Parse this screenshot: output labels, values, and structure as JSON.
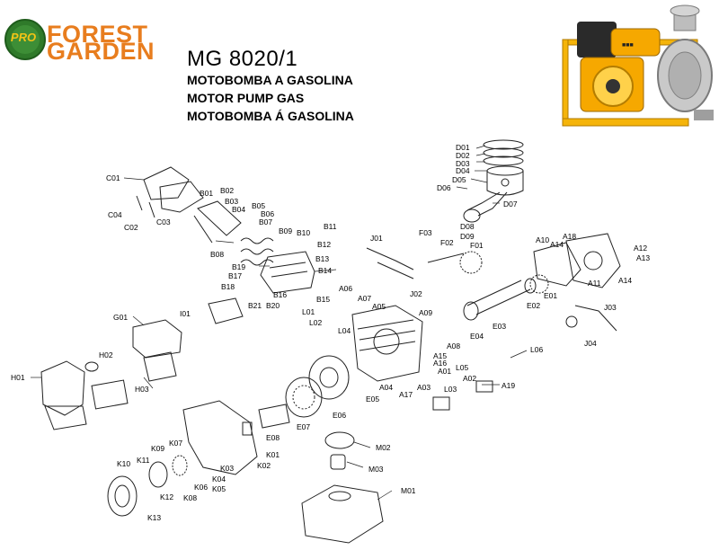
{
  "brand": {
    "badge": "PRO",
    "line1": "FOREST",
    "line2": "GARDEN",
    "colors": {
      "orange": "#e87d1e",
      "green": "#2f7a2a",
      "yellow": "#f2c316"
    }
  },
  "header": {
    "model": "MG 8020/1",
    "subtitles": [
      "MOTOBOMBA A GASOLINA",
      "MOTOR PUMP GAS",
      "MOTOBOMBA Á GASOLINA"
    ]
  },
  "part_labels": [
    "D01",
    "D02",
    "D03",
    "D04",
    "D05",
    "D06",
    "D07",
    "D08",
    "D09",
    "C01",
    "C02",
    "C03",
    "C04",
    "B01",
    "B02",
    "B03",
    "B04",
    "B05",
    "B06",
    "B07",
    "B08",
    "B09",
    "B10",
    "B11",
    "B12",
    "B13",
    "B14",
    "B15",
    "B16",
    "B17",
    "B18",
    "B19",
    "B20",
    "B21",
    "F01",
    "F02",
    "F03",
    "J01",
    "J02",
    "J03",
    "J04",
    "A01",
    "A02",
    "A03",
    "A04",
    "A05",
    "A06",
    "A07",
    "A08",
    "A09",
    "A10",
    "A11",
    "A12",
    "A13",
    "A14",
    "A14",
    "A15",
    "A16",
    "A17",
    "A18",
    "A19",
    "E01",
    "E02",
    "E03",
    "E04",
    "E05",
    "E06",
    "E07",
    "E08",
    "G01",
    "H01",
    "H02",
    "H03",
    "I01",
    "L01",
    "L02",
    "L03",
    "L04",
    "L05",
    "L06",
    "K01",
    "K02",
    "K03",
    "K04",
    "K05",
    "K06",
    "K07",
    "K08",
    "K09",
    "K10",
    "K11",
    "K12",
    "K13",
    "M01",
    "M02",
    "M03"
  ]
}
